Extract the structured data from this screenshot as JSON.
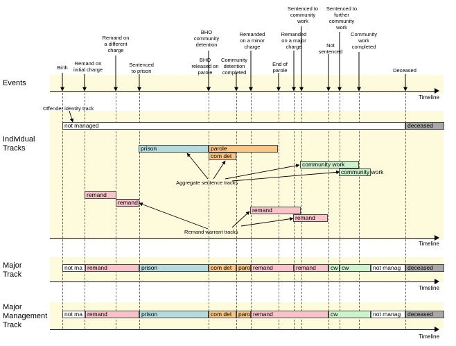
{
  "sections": {
    "events": "Events",
    "individual": [
      "Individual",
      "Tracks"
    ],
    "major": [
      "Major",
      "Track"
    ],
    "major_mgmt": [
      "Major",
      "Management",
      "Track"
    ]
  },
  "timeline_label": "Timeline",
  "events": [
    {
      "id": "birth",
      "lines": [
        "Birth"
      ]
    },
    {
      "id": "remand-initial",
      "lines": [
        "Remand on",
        "initial charge"
      ]
    },
    {
      "id": "remand-different",
      "lines": [
        "Remand on",
        "a different",
        "charge"
      ]
    },
    {
      "id": "sentenced-prison",
      "lines": [
        "Sentenced",
        "to prison"
      ]
    },
    {
      "id": "bho-detention",
      "lines": [
        "BHO",
        "community",
        "detention"
      ]
    },
    {
      "id": "bho-parole",
      "lines": [
        "BHO",
        "released on",
        "parole"
      ]
    },
    {
      "id": "community-detention-completed",
      "lines": [
        "Community",
        "detention",
        "completed"
      ]
    },
    {
      "id": "remanded-minor",
      "lines": [
        "Remanded",
        "on a minor",
        "charge"
      ]
    },
    {
      "id": "end-parole",
      "lines": [
        "End of",
        "parole"
      ]
    },
    {
      "id": "remanded-major",
      "lines": [
        "Remanded",
        "on a major",
        "charge"
      ]
    },
    {
      "id": "sentenced-community",
      "lines": [
        "Sentenced to",
        "community",
        "work"
      ]
    },
    {
      "id": "not-sentenced",
      "lines": [
        "Not",
        "sentenced"
      ]
    },
    {
      "id": "sentenced-further",
      "lines": [
        "Sentenced to",
        "further",
        "community",
        "work"
      ]
    },
    {
      "id": "community-work-completed",
      "lines": [
        "Community",
        "work",
        "completed"
      ]
    },
    {
      "id": "deceased",
      "lines": [
        "Deceased"
      ]
    }
  ],
  "individual": {
    "identity_label": "Offender identity track",
    "not_managed": "not managed",
    "deceased": "deceased",
    "prison": "prison",
    "parole": "parole",
    "com_det": "com det",
    "community_work_1": "community work",
    "community_work_2": "community work",
    "remand_1": "remand",
    "remand_2": "remand",
    "remand_3": "remand",
    "remand_4": "remand",
    "aggregate_label": "Aggregate sentence tracks",
    "remand_warrant_label": "Remand warrant tracks"
  },
  "major_track": {
    "not_managed": "not ma",
    "remand_1": "remand",
    "prison": "prison",
    "com_det": "com det",
    "parole": "paro",
    "remand_2": "remand",
    "remand_3": "remand",
    "cw_1": "cw",
    "cw_2": "cw",
    "not_managed_2": "not manag",
    "deceased": "deceased"
  },
  "major_mgmt": {
    "not_managed": "not ma",
    "remand_1": "remand",
    "prison": "prison",
    "com_det": "com det",
    "parole": "paro",
    "remand_2": "remand",
    "cw": "cw",
    "not_managed_2": "not manag",
    "deceased": "deceased"
  },
  "colors": {
    "band": "#fdfbdc",
    "remand": "#f9c3ca",
    "prison": "#b4dbdd",
    "parole": "#f8c687",
    "community_work": "#cdf3cb",
    "deceased": "#a8a8a8"
  }
}
